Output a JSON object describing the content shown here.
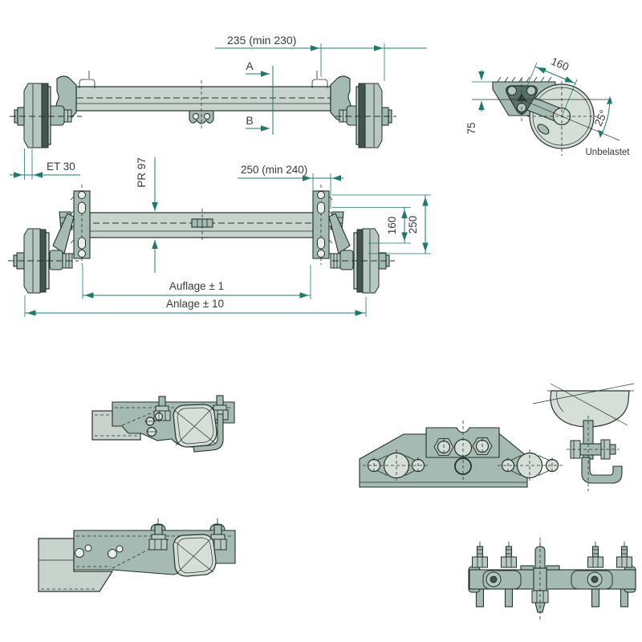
{
  "colors": {
    "background": "#ffffff",
    "dimension_line": "#1e7a6c",
    "label_text": "#3a3a3a",
    "outline": "#25322d",
    "steel_light": "#c7d3cc",
    "steel_mid": "#a6bab4",
    "steel_mid2": "#b7c7c1",
    "steel_pale": "#d6dfd7",
    "steel_dark": "#43534d"
  },
  "labels": {
    "top_view": {
      "width_dim": "235 (min 230)",
      "section_a": "A",
      "section_b": "B"
    },
    "arm_detail": {
      "arm_length": "160",
      "mount_height": "75",
      "angle": "25°",
      "caption": "Unbelastet"
    },
    "main_view": {
      "wheel_offset": "ET 30",
      "profile": "PR 97",
      "bracket_dim": "250 (min 240)",
      "hole_span_inner": "160",
      "hole_span_outer": "250",
      "support_span": "Auflage ± 1",
      "contact_span": "Anlage ± 10"
    }
  }
}
